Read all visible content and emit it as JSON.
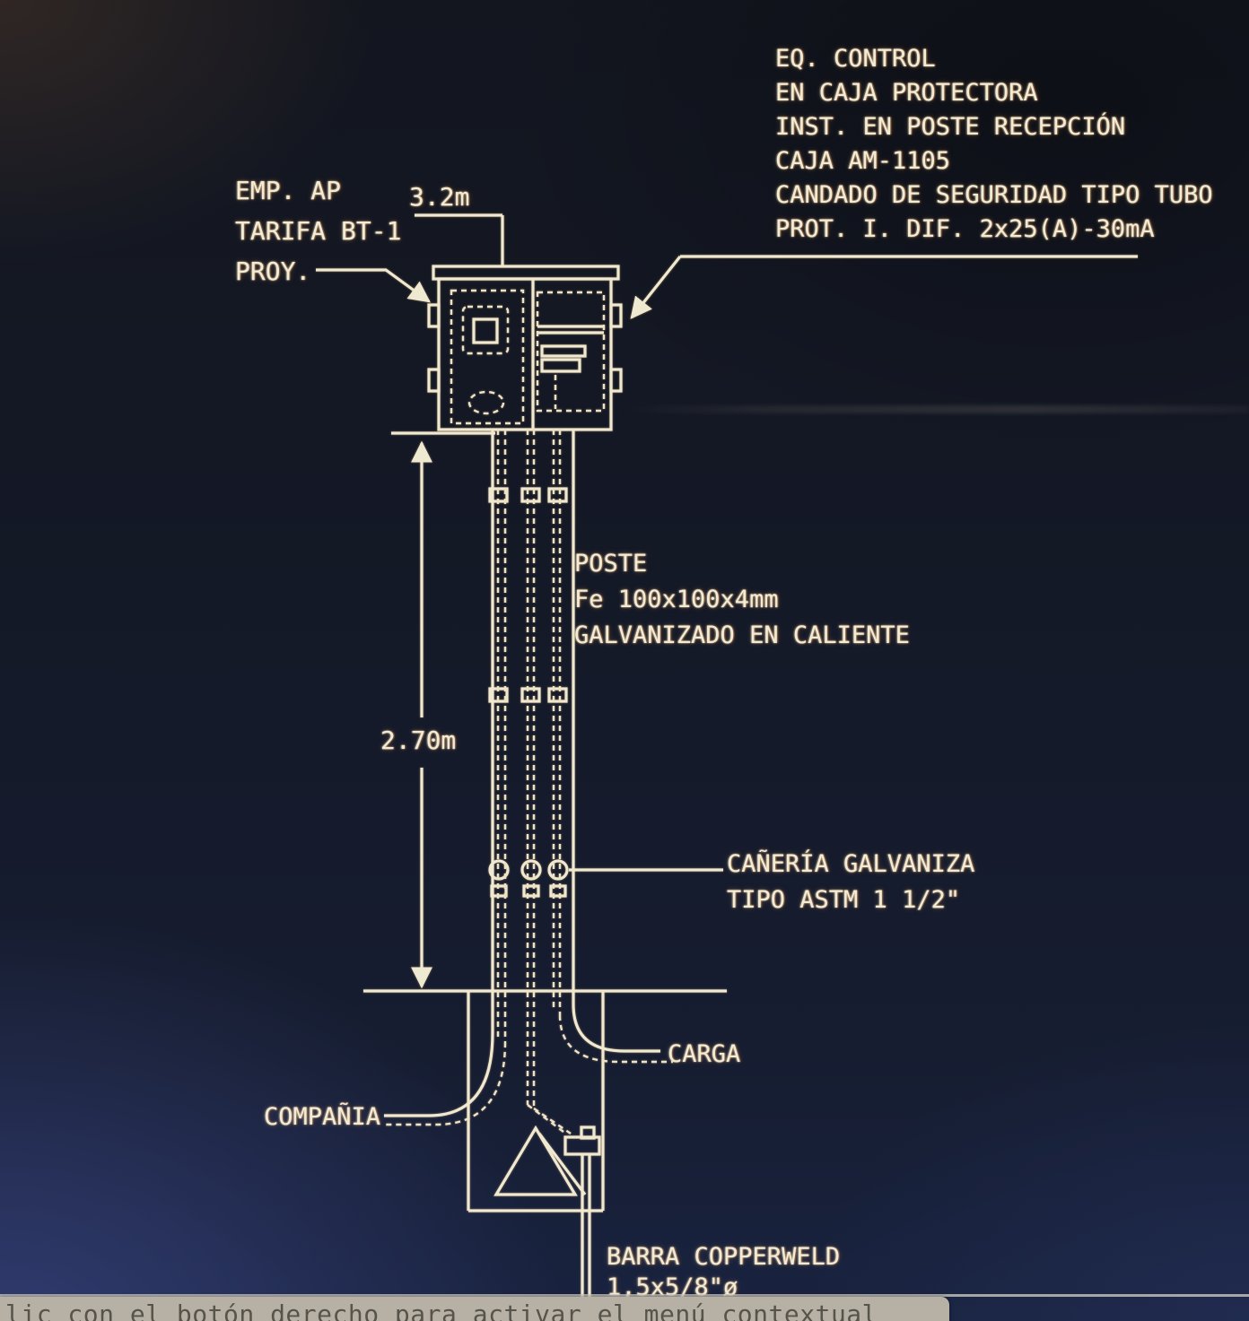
{
  "window": {
    "status_bar_text": "lic con el botón derecho para activar el menú contextual"
  },
  "drawing": {
    "callouts": {
      "control_equipment": [
        "EQ. CONTROL",
        "EN CAJA PROTECTORA",
        "INST. EN POSTE RECEPCIÓN",
        "CAJA AM-1105",
        "CANDADO DE SEGURIDAD TIPO TUBO",
        "PROT. I. DIF. 2x25(A)-30mA"
      ],
      "service_connection": [
        "EMP. AP",
        "TARIFA BT-1",
        "PROY."
      ],
      "pole": [
        "POSTE",
        "Fe 100x100x4mm",
        "GALVANIZADO EN CALIENTE"
      ],
      "conduit": [
        "CAÑERÍA GALVANIZA",
        "TIPO ASTM 1 1/2\""
      ],
      "load": "CARGA",
      "utility": "COMPAÑIA",
      "ground_rod": [
        "BARRA COPPERWELD",
        "1,5x5/8\"ø"
      ]
    },
    "dimensions": {
      "overall_height": "3.2m",
      "pole_height": "2.70m"
    },
    "colors": {
      "line": "#f0e9d1",
      "canvas": "#131722",
      "status_bar": "#b6b1a4"
    }
  }
}
